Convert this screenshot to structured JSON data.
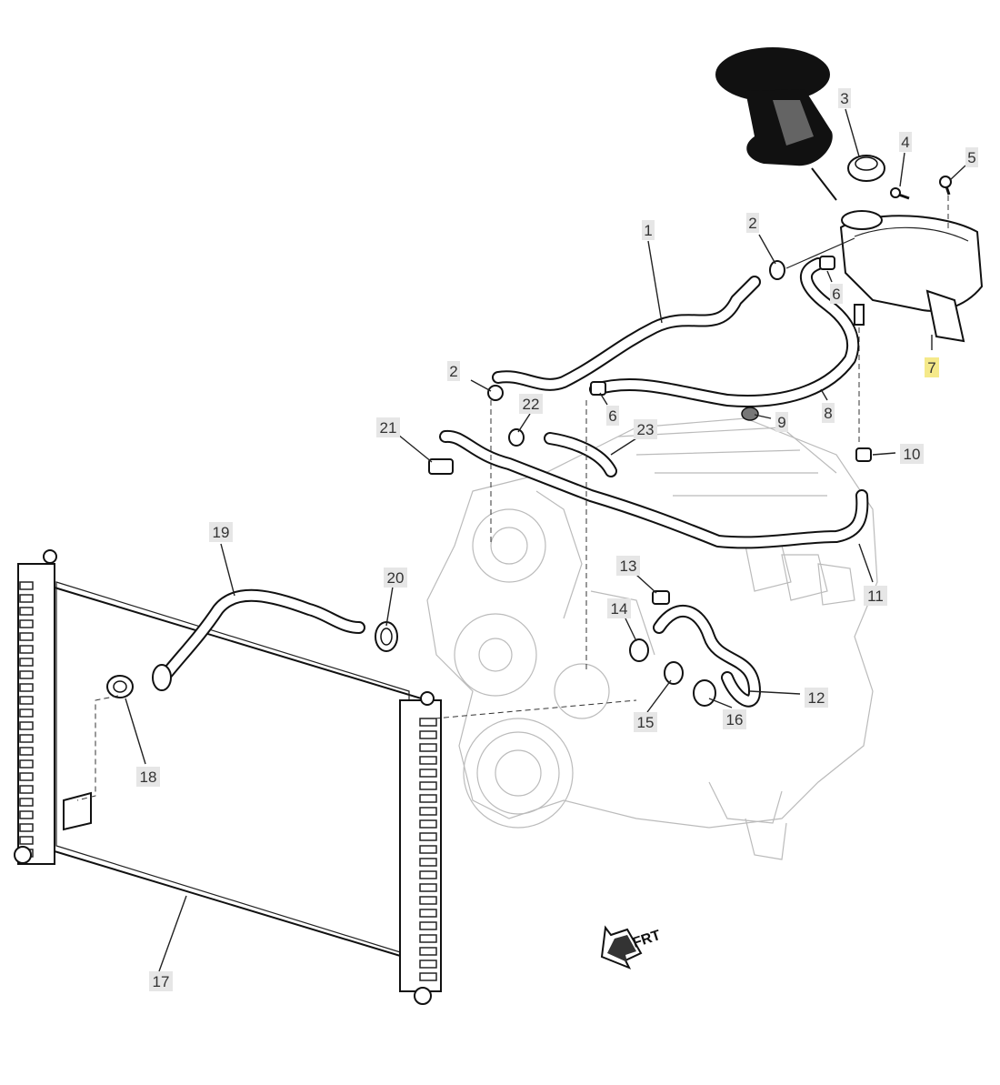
{
  "diagram": {
    "direction_marker": "FRT",
    "callouts": [
      {
        "id": "c1",
        "label": "1"
      },
      {
        "id": "c2a",
        "label": "2"
      },
      {
        "id": "c2b",
        "label": "2"
      },
      {
        "id": "c3",
        "label": "3"
      },
      {
        "id": "c4",
        "label": "4"
      },
      {
        "id": "c5",
        "label": "5"
      },
      {
        "id": "c6a",
        "label": "6"
      },
      {
        "id": "c6b",
        "label": "6"
      },
      {
        "id": "c7",
        "label": "7"
      },
      {
        "id": "c8",
        "label": "8"
      },
      {
        "id": "c9",
        "label": "9"
      },
      {
        "id": "c10",
        "label": "10"
      },
      {
        "id": "c11",
        "label": "11"
      },
      {
        "id": "c12",
        "label": "12"
      },
      {
        "id": "c13",
        "label": "13"
      },
      {
        "id": "c14",
        "label": "14"
      },
      {
        "id": "c15",
        "label": "15"
      },
      {
        "id": "c16",
        "label": "16"
      },
      {
        "id": "c17",
        "label": "17"
      },
      {
        "id": "c18",
        "label": "18"
      },
      {
        "id": "c19",
        "label": "19"
      },
      {
        "id": "c20",
        "label": "20"
      },
      {
        "id": "c21",
        "label": "21"
      },
      {
        "id": "c22",
        "label": "22"
      },
      {
        "id": "c23",
        "label": "23"
      }
    ]
  }
}
